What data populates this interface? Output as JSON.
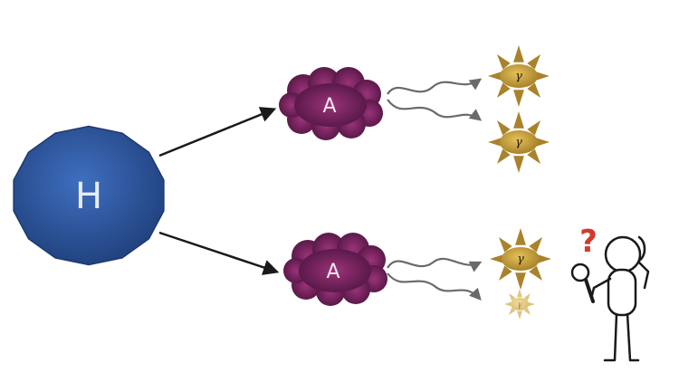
{
  "nodes": {
    "higgs": {
      "label": "H",
      "color": "#2f5aa0"
    },
    "a_top": {
      "label": "A",
      "color": "#6e1f55"
    },
    "a_bottom": {
      "label": "A",
      "color": "#6e1f55"
    }
  },
  "photons": [
    {
      "label": "γ",
      "color": "#c8a23a"
    },
    {
      "label": "γ",
      "color": "#c8a23a"
    },
    {
      "label": "γ",
      "color": "#c8a23a"
    },
    {
      "label": "γ",
      "color": "#c8a23a",
      "faint": true
    }
  ],
  "observer": {
    "question_mark": "?",
    "question_color": "#d23a2a"
  }
}
